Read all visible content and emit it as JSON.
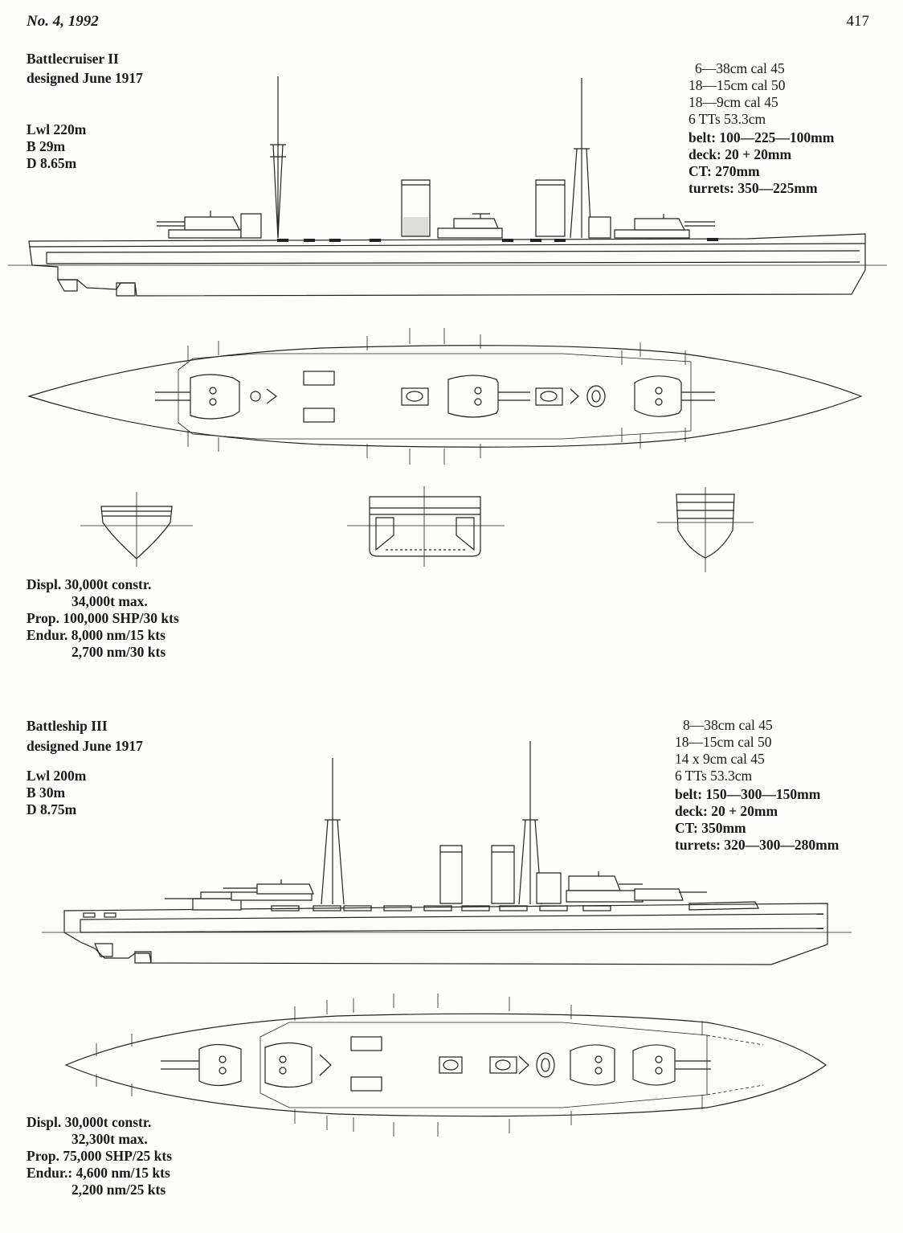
{
  "page": {
    "journal_issue": "No. 4, 1992",
    "page_number": "417"
  },
  "ships": [
    {
      "title": "Battlecruiser II",
      "designed": "designed June 1917",
      "dimensions": [
        "Lwl 220m",
        "B 29m",
        "D 8.65m"
      ],
      "armament": [
        "6—38cm cal 45",
        "18—15cm cal 50",
        "18—9cm cal 45",
        "6 TTs 53.3cm"
      ],
      "armour": [
        "belt: 100—225—100mm",
        "deck: 20 + 20mm",
        "CT: 270mm",
        "turrets: 350—225mm"
      ],
      "data": {
        "displ_label": "Displ.",
        "displ_constr": "30,000t constr.",
        "displ_max": "34,000t max.",
        "prop": "Prop. 100,000 SHP/30 kts",
        "endur_label": "Endur.",
        "endur_1": "8,000 nm/15 kts",
        "endur_2": "2,700 nm/30 kts"
      }
    },
    {
      "title": "Battleship III",
      "designed": "designed June 1917",
      "dimensions": [
        "Lwl 200m",
        "B 30m",
        "D 8.75m"
      ],
      "armament": [
        "8—38cm cal 45",
        "18—15cm cal 50",
        "14 x 9cm cal 45",
        "6 TTs 53.3cm"
      ],
      "armour": [
        "belt: 150—300—150mm",
        "deck: 20 + 20mm",
        "CT: 350mm",
        "turrets: 320—300—280mm"
      ],
      "data": {
        "displ_label": "Displ.",
        "displ_constr": "30,000t constr.",
        "displ_max": "32,300t max.",
        "prop": "Prop. 75,000 SHP/25 kts",
        "endur_label": "Endur.:",
        "endur_1": "4,600 nm/15 kts",
        "endur_2": "2,200 nm/25 kts"
      }
    }
  ],
  "drawings": [
    "side-profile",
    "deck-plan",
    "cross-sections"
  ]
}
